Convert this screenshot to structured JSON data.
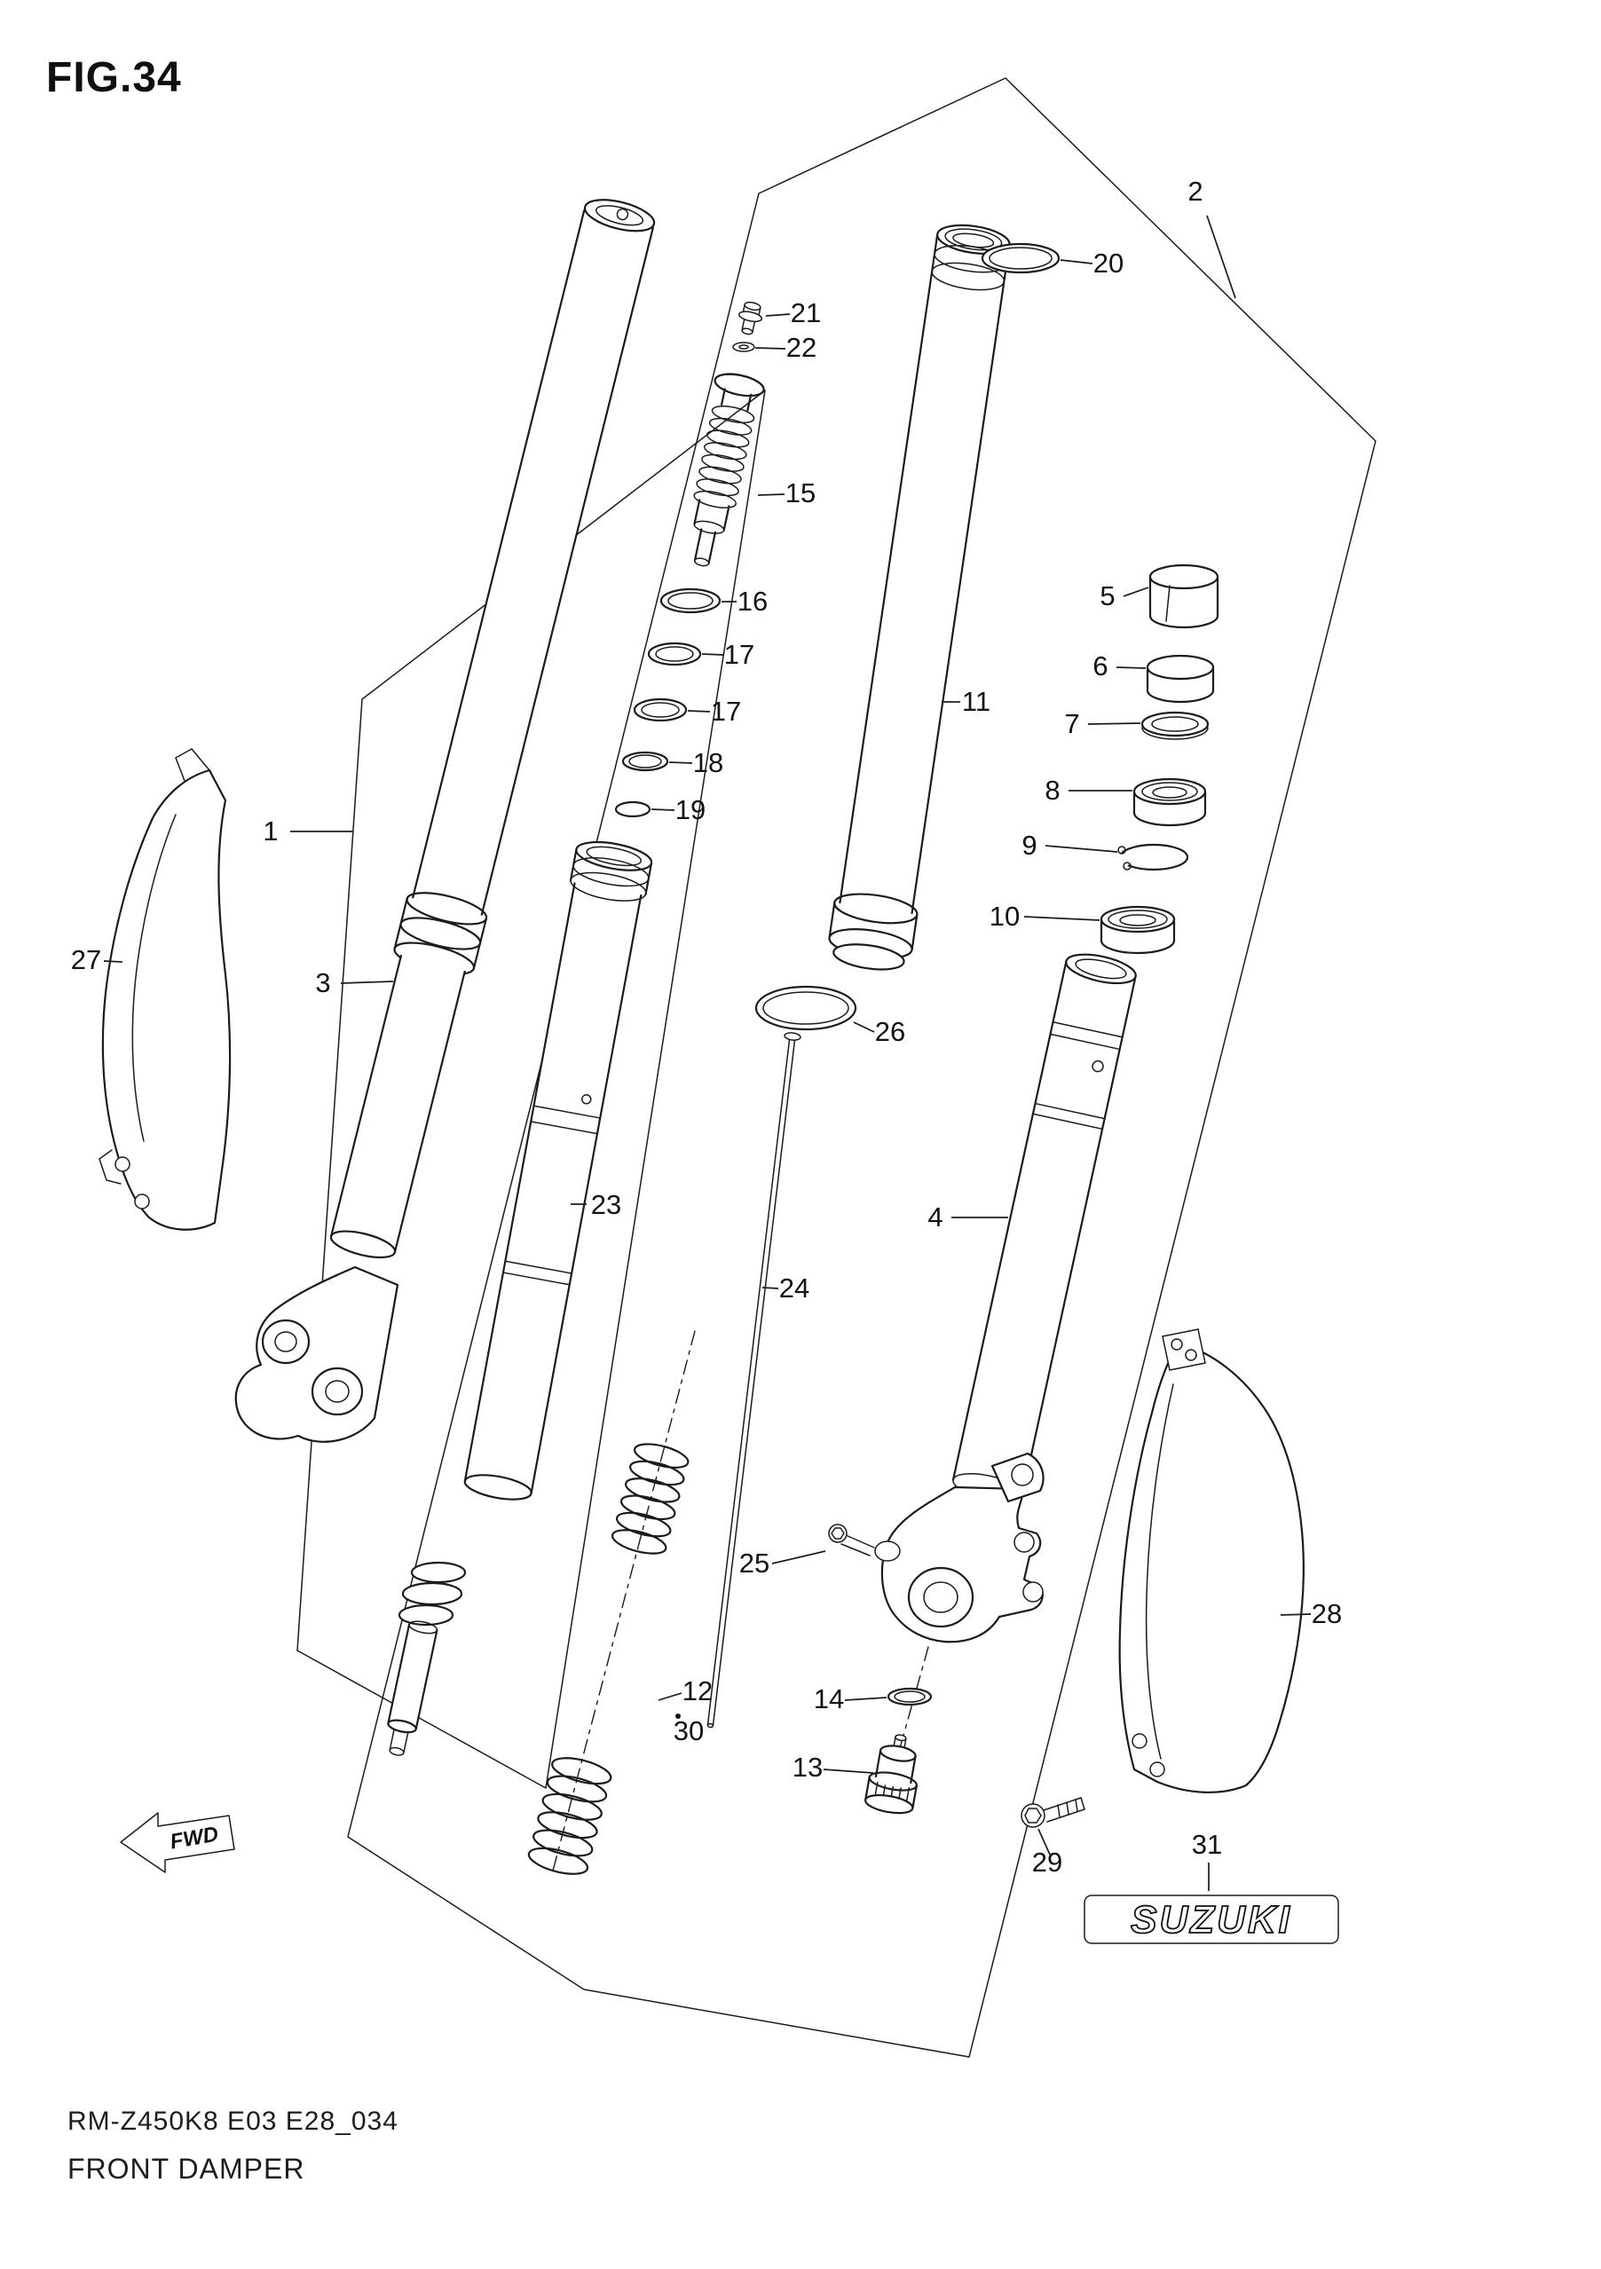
{
  "figure": {
    "title": "FIG.34"
  },
  "footer": {
    "code": "RM-Z450K8 E03 E28_034",
    "name": "FRONT DAMPER"
  },
  "decal": {
    "brand": "SUZUKI"
  },
  "fwd": {
    "label": "FWD"
  },
  "parts": [
    {
      "num": "1"
    },
    {
      "num": "2"
    },
    {
      "num": "3"
    },
    {
      "num": "4"
    },
    {
      "num": "5"
    },
    {
      "num": "6"
    },
    {
      "num": "7"
    },
    {
      "num": "8"
    },
    {
      "num": "9"
    },
    {
      "num": "10"
    },
    {
      "num": "11"
    },
    {
      "num": "12"
    },
    {
      "num": "13"
    },
    {
      "num": "14"
    },
    {
      "num": "15"
    },
    {
      "num": "16"
    },
    {
      "num": "17"
    },
    {
      "num": "17"
    },
    {
      "num": "18"
    },
    {
      "num": "19"
    },
    {
      "num": "20"
    },
    {
      "num": "21"
    },
    {
      "num": "22"
    },
    {
      "num": "23"
    },
    {
      "num": "24"
    },
    {
      "num": "25"
    },
    {
      "num": "26"
    },
    {
      "num": "27"
    },
    {
      "num": "28"
    },
    {
      "num": "29"
    },
    {
      "num": "30"
    },
    {
      "num": "31"
    }
  ]
}
